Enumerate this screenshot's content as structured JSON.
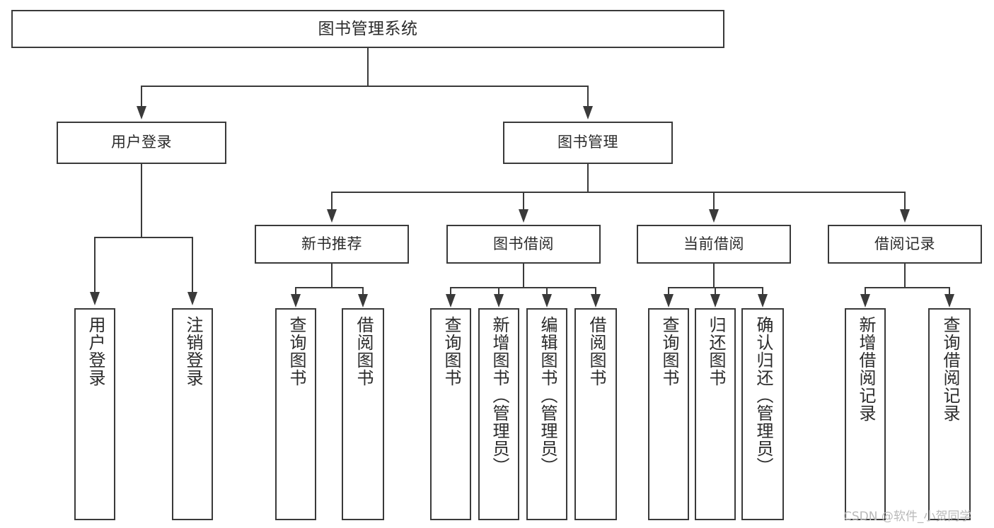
{
  "diagram": {
    "type": "tree",
    "title": "图书管理系统",
    "root": {
      "id": "root",
      "label": "图书管理系统"
    },
    "level2": [
      {
        "id": "user-login",
        "label": "用户登录"
      },
      {
        "id": "book-manage",
        "label": "图书管理"
      }
    ],
    "level3": [
      {
        "id": "new-book-recommend",
        "label": "新书推荐"
      },
      {
        "id": "book-borrow",
        "label": "图书借阅"
      },
      {
        "id": "current-borrow",
        "label": "当前借阅"
      },
      {
        "id": "borrow-record",
        "label": "借阅记录"
      }
    ],
    "leaves": {
      "user_login": [
        {
          "id": "leaf-user-login",
          "label": "用户登录"
        },
        {
          "id": "leaf-logout-login",
          "label": "注销登录"
        }
      ],
      "new_book_recommend": [
        {
          "id": "leaf-query-book-1",
          "label": "查询图书"
        },
        {
          "id": "leaf-borrow-book-1",
          "label": "借阅图书"
        }
      ],
      "book_borrow": [
        {
          "id": "leaf-query-book-2",
          "label": "查询图书"
        },
        {
          "id": "leaf-add-book",
          "label": "新增图书（管理员）"
        },
        {
          "id": "leaf-edit-book",
          "label": "编辑图书（管理员）"
        },
        {
          "id": "leaf-borrow-book-2",
          "label": "借阅图书"
        }
      ],
      "current_borrow": [
        {
          "id": "leaf-query-book-3",
          "label": "查询图书"
        },
        {
          "id": "leaf-return-book",
          "label": "归还图书"
        },
        {
          "id": "leaf-confirm-return",
          "label": "确认归还（管理员）"
        }
      ],
      "borrow_record": [
        {
          "id": "leaf-add-record",
          "label": "新增借阅记录"
        },
        {
          "id": "leaf-query-record",
          "label": "查询借阅记录"
        }
      ]
    }
  },
  "watermark": {
    "text": "CSDN @软件_小贺同学"
  },
  "colors": {
    "stroke": "#3a3a3a",
    "text": "#2b2b2b",
    "background": "#ffffff",
    "watermark": "#b9b9b9"
  }
}
